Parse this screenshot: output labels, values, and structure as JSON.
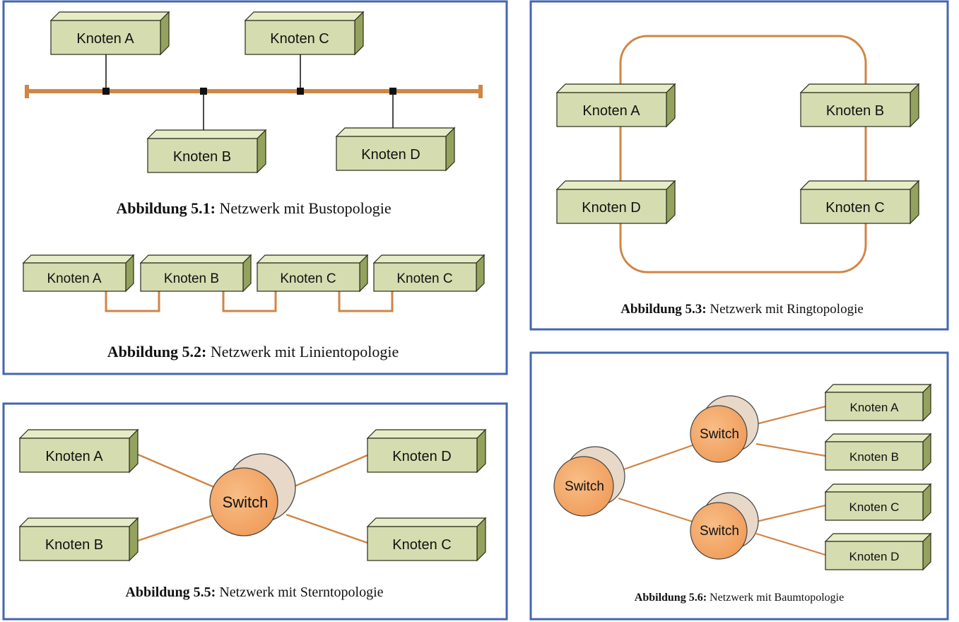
{
  "bus": {
    "nodes": [
      "Knoten A",
      "Knoten C",
      "Knoten B",
      "Knoten D"
    ],
    "caption_bold": "Abbildung 5.1:",
    "caption_rest": " Netzwerk mit Bustopologie"
  },
  "line": {
    "nodes": [
      "Knoten A",
      "Knoten B",
      "Knoten C",
      "Knoten C"
    ],
    "caption_bold": "Abbildung 5.2:",
    "caption_rest": " Netzwerk mit Linientopologie"
  },
  "ring": {
    "nodes": [
      "Knoten A",
      "Knoten B",
      "Knoten D",
      "Knoten C"
    ],
    "caption_bold": "Abbildung 5.3:",
    "caption_rest": " Netzwerk mit Ringtopologie"
  },
  "star": {
    "nodes": [
      "Knoten A",
      "Knoten B",
      "Knoten D",
      "Knoten C"
    ],
    "switch": "Switch",
    "caption_bold": "Abbildung 5.5:",
    "caption_rest": " Netzwerk mit Sterntopologie"
  },
  "tree": {
    "nodes": [
      "Knoten A",
      "Knoten B",
      "Knoten C",
      "Knoten D"
    ],
    "switches": [
      "Switch",
      "Switch",
      "Switch"
    ],
    "caption_bold": "Abbildung 5.6:",
    "caption_rest": " Netzwerk mit Baumtopologie"
  },
  "colors": {
    "panel_border": "#4466b0",
    "node_front": "#d5ddb0",
    "node_top": "#e6ecc6",
    "node_side": "#93a35e",
    "cable": "#d08646",
    "switch_fill": "#f4a96a"
  }
}
